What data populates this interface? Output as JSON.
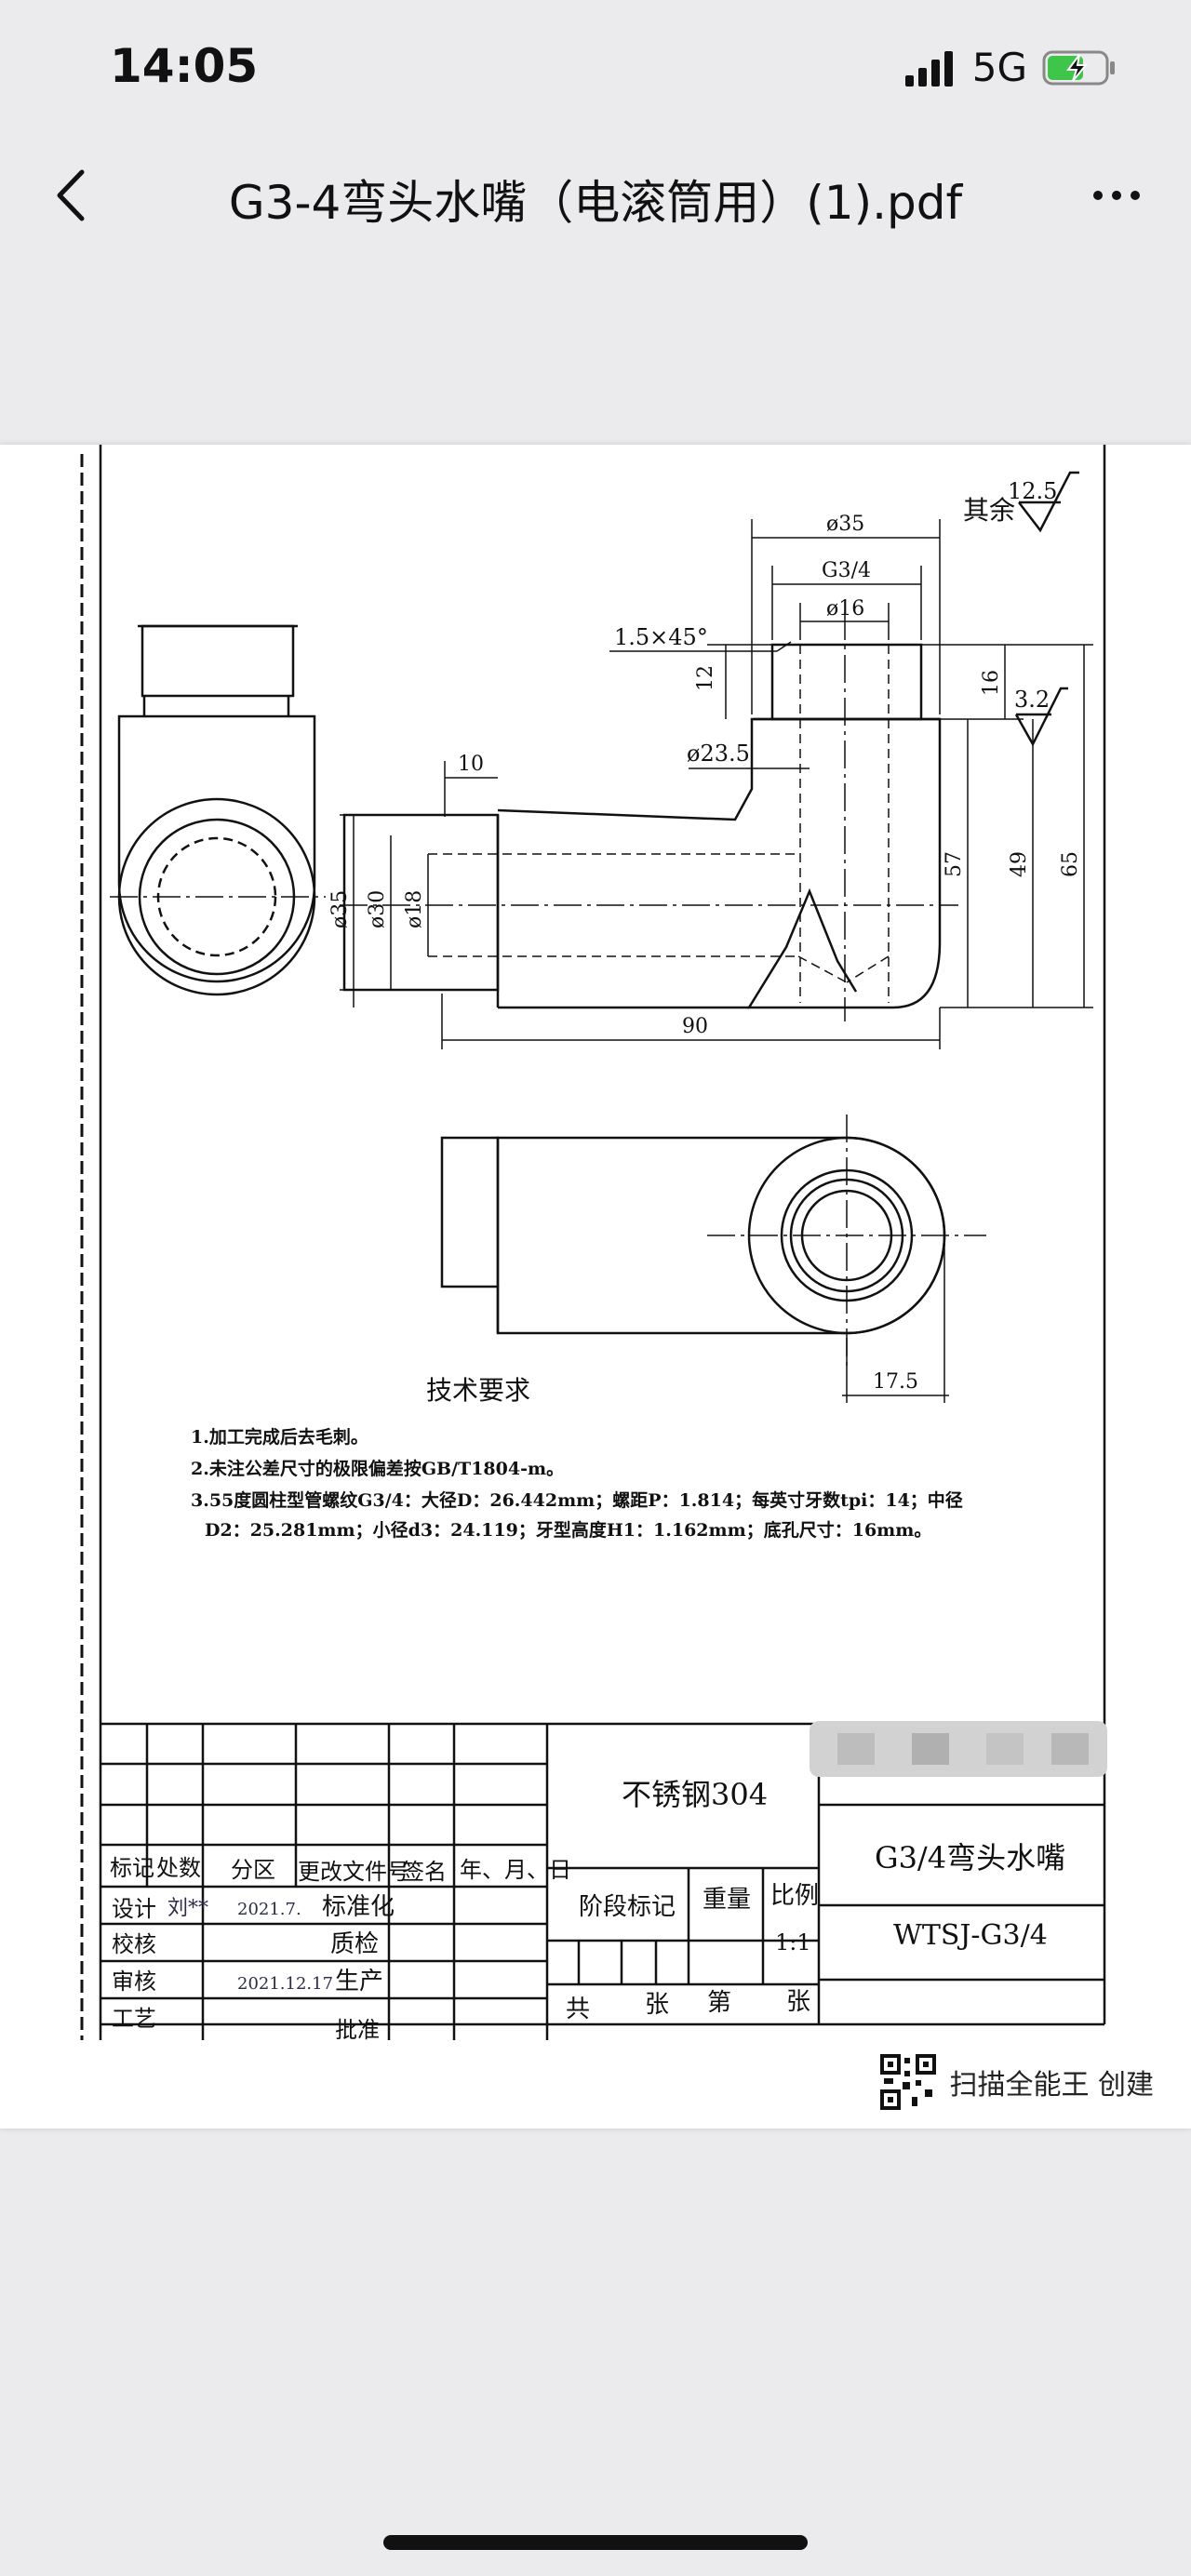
{
  "status": {
    "time": "14:05",
    "network": "5G"
  },
  "nav": {
    "title": "G3-4弯头水嘴（电滚筒用）(1).pdf"
  },
  "drawing": {
    "roughness_label": "其余",
    "roughness_other": "12.5",
    "roughness_face": "3.2",
    "dim_d35_top": "ø35",
    "dim_g34": "G3/4",
    "dim_d16": "ø16",
    "dim_chamfer": "1.5×45°",
    "dim_12": "12",
    "dim_16": "16",
    "dim_d235": "ø23.5",
    "dim_10": "10",
    "dim_d35_left": "ø35",
    "dim_d30": "ø30",
    "dim_d18": "ø18",
    "dim_57": "57",
    "dim_49": "49",
    "dim_65": "65",
    "dim_90": "90",
    "dim_175": "17.5",
    "tech_title": "技术要求",
    "notes": [
      "1.加工完成后去毛刺。",
      "2.未注公差尺寸的极限偏差按GB/T1804-m。",
      "3.55度圆柱型管螺纹G3/4：大径D：26.442mm；螺距P：1.814；每英寸牙数tpi：14；中径",
      "D2：25.281mm；小径d3：24.119；牙型高度H1：1.162mm；底孔尺寸：16mm。"
    ]
  },
  "title_block": {
    "material": "不锈钢304",
    "part_name": "G3/4弯头水嘴",
    "drawing_no": "WTSJ-G3/4",
    "stage_mark": "阶段标记",
    "weight": "重量",
    "scale_label": "比例",
    "scale": "1:1",
    "sheet_total": "共",
    "sheet_word": "张",
    "sheet_no": "第",
    "sheet_word2": "张",
    "headers": [
      "标记",
      "处数",
      "分区",
      "更改文件号",
      "签名",
      "年、月、日"
    ],
    "rows": [
      {
        "role": "设计",
        "signature": "刘**",
        "date": "2021.7.",
        "right": "标准化"
      },
      {
        "role": "校核",
        "signature": "",
        "date": "",
        "right": "质检"
      },
      {
        "role": "审核",
        "signature": "",
        "date": "2021.12.17",
        "right": "生产"
      },
      {
        "role": "工艺",
        "signature": "",
        "date": "",
        "right": "批准"
      }
    ]
  },
  "watermark": {
    "text": "扫描全能王 创建"
  }
}
